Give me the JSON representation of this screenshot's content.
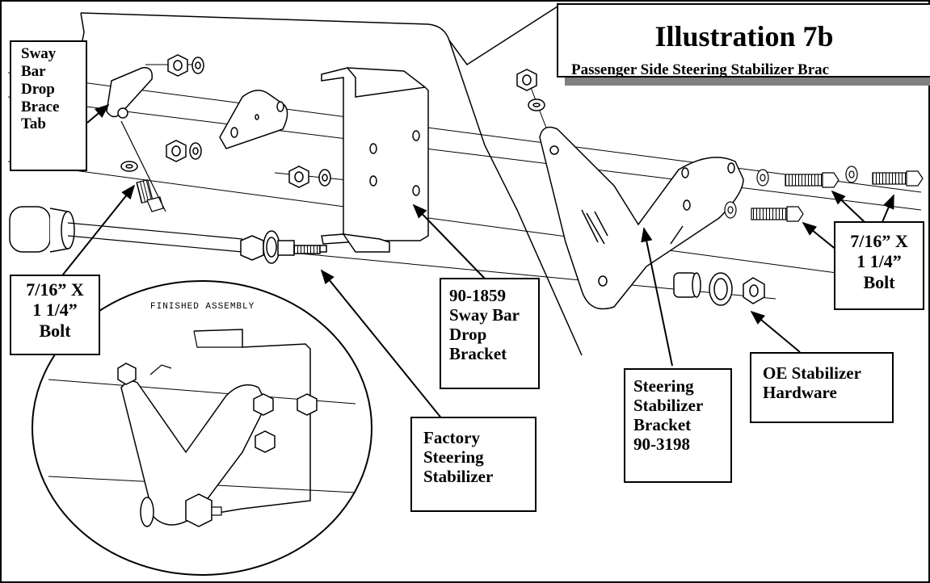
{
  "title": {
    "main": "Illustration 7b",
    "subtitle": "Passenger Side Steering Stabilizer Brac"
  },
  "inset_caption": "FINISHED ASSEMBLY",
  "callouts": {
    "sway_bar_tab": [
      "Sway",
      "Bar",
      "Drop",
      "Brace",
      "Tab"
    ],
    "bolt_left": [
      "7/16” X",
      "1 1/4”",
      "Bolt"
    ],
    "bolt_right": [
      "7/16” X",
      "1 1/4”",
      "Bolt"
    ],
    "sway_bar_bracket": [
      "90-1859",
      "Sway Bar",
      "Drop",
      "Bracket"
    ],
    "steering_bracket": [
      "Steering",
      "Stabilizer",
      "Bracket",
      "90-3198"
    ],
    "oe_hardware": [
      "OE Stabilizer",
      "Hardware"
    ],
    "factory_stabilizer": [
      "Factory",
      "Steering",
      "Stabilizer"
    ]
  },
  "colors": {
    "ink": "#000000",
    "paper": "#ffffff",
    "shadow": "#808080",
    "part_fill": "#f2f2f2"
  }
}
